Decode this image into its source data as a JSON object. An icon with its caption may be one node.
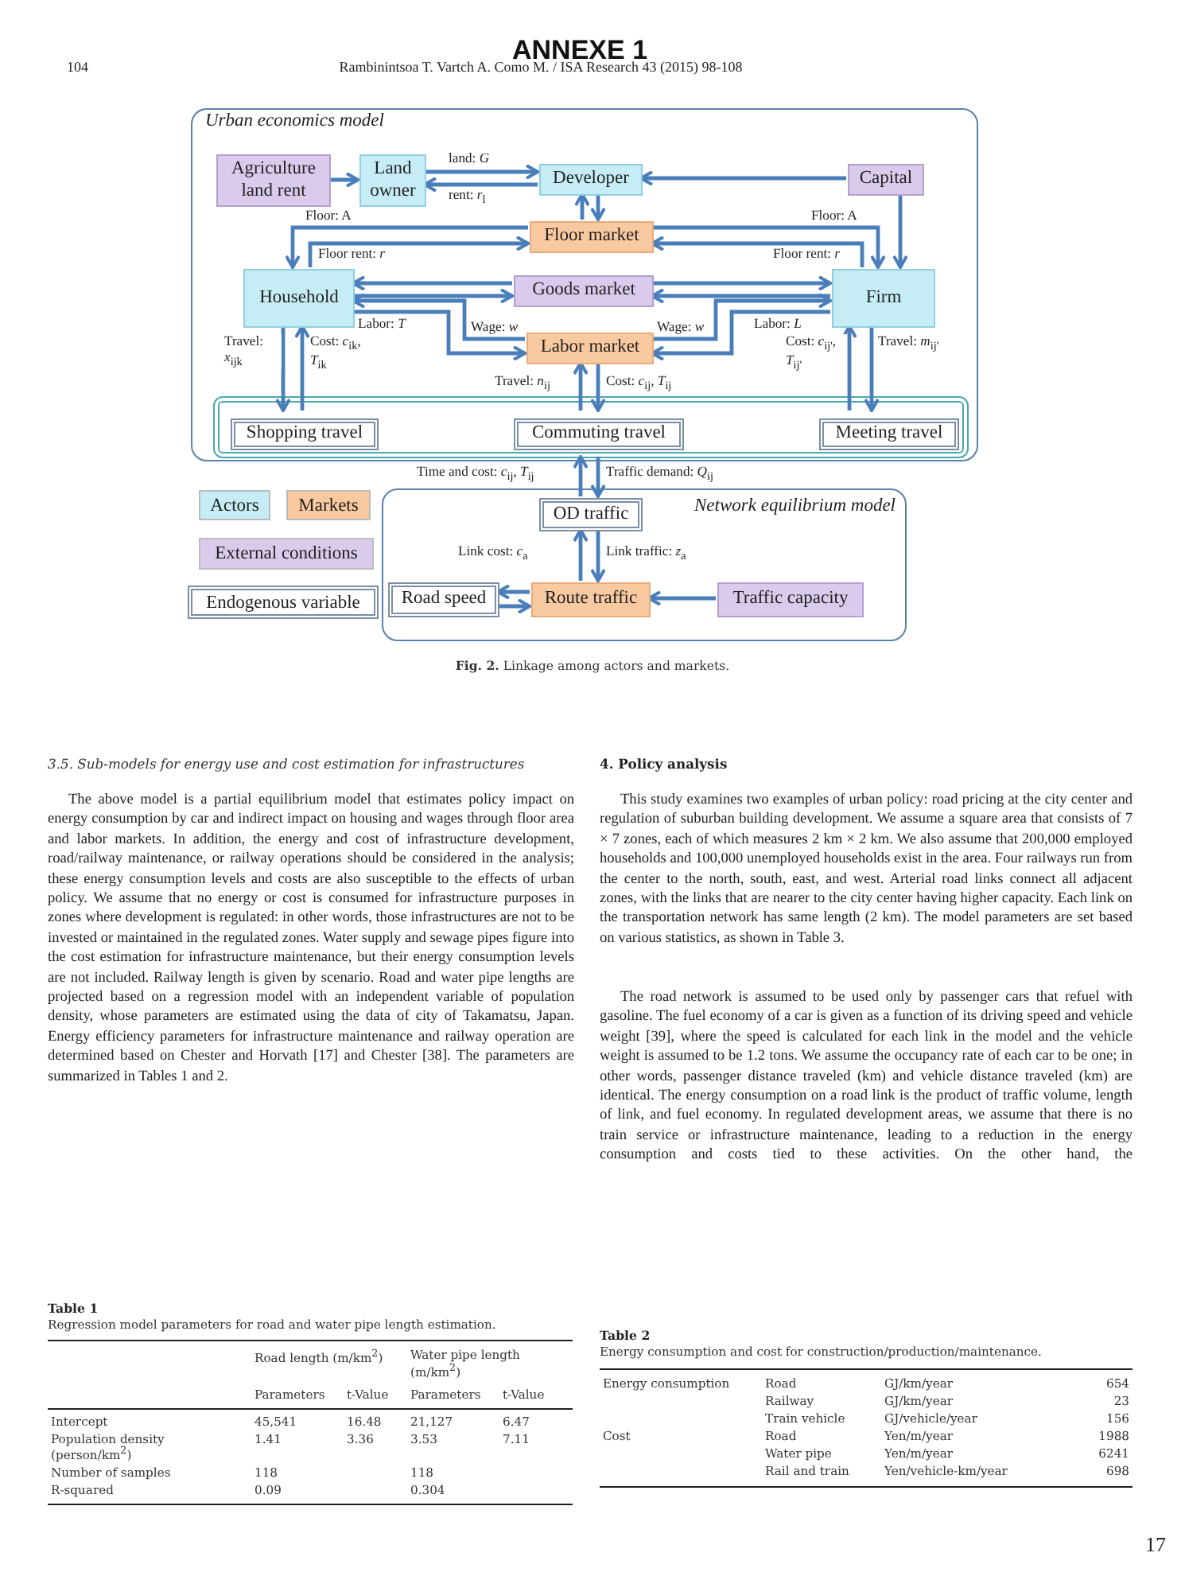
{
  "diagram": {
    "caption": "**Fig. 2.** Linkage among actors and markets.",
    "nodes": [
      {
        "text": [
          "Urban economics model"
        ]
      },
      {
        "text": [
          "Agriculture land rent"
        ],
        "in": 0
      },
      {
        "text": [
          "Land owner"
        ],
        "in": 0
      },
      {
        "text": [
          "Developer"
        ],
        "in": 0
      },
      {
        "text": [
          "Capital"
        ],
        "in": 0
      },
      {
        "text": [
          "Floor market"
        ],
        "in": 0
      },
      {
        "text": [
          "Household"
        ],
        "in": 0
      },
      {
        "text": [
          "Goods market"
        ],
        "in": 0
      },
      {
        "text": [
          "Firm"
        ],
        "in": 0
      },
      {
        "text": [
          "Labor market"
        ],
        "in": 0
      },
      {
        "text": [],
        "shape": "box",
        "in": 0
      },
      {
        "text": [
          "Shopping travel"
        ],
        "in": 10
      },
      {
        "text": [
          "Commuting travel"
        ],
        "in": 10
      },
      {
        "text": [
          "Meeting travel"
        ],
        "in": 10
      },
      {
        "text": [
          "Network equilibrium model"
        ]
      },
      {
        "text": [
          "OD traffic"
        ],
        "in": 14
      },
      {
        "text": [
          "Road speed"
        ],
        "in": 14
      },
      {
        "text": [
          "Route traffic"
        ],
        "in": 14
      },
      {
        "text": [
          "Traffic capacity"
        ],
        "in": 14
      }
    ],
    "edges": [
      {
        "from": 1,
        "to": 2,
        "arrow": "to"
      },
      {
        "from": 2,
        "to": 3,
        "arrow": "to",
        "label": "land: *G*"
      },
      {
        "from": 3,
        "to": 2,
        "arrow": "to",
        "label": "rent: *r*$_{l}$"
      },
      {
        "from": 4,
        "to": 3,
        "arrow": "to"
      },
      {
        "from": 3,
        "to": 5,
        "arrow": "to"
      },
      {
        "from": 5,
        "to": 3,
        "arrow": "to"
      },
      {
        "from": 5,
        "to": 6,
        "arrow": "to",
        "label": "Floor: A"
      },
      {
        "from": 6,
        "to": 5,
        "arrow": "to",
        "label": "Floor rent: *r*"
      },
      {
        "from": 5,
        "to": 8,
        "arrow": "to",
        "label": "Floor: A"
      },
      {
        "from": 8,
        "to": 5,
        "arrow": "to",
        "label": "Floor rent: *r*"
      },
      {
        "from": 4,
        "to": 8,
        "arrow": "to"
      },
      {
        "from": 7,
        "to": 6,
        "arrow": "to"
      },
      {
        "from": 6,
        "to": 7,
        "arrow": "to"
      },
      {
        "from": 7,
        "to": 8,
        "arrow": "to"
      },
      {
        "from": 8,
        "to": 7,
        "arrow": "to"
      },
      {
        "from": 6,
        "to": 9,
        "arrow": "to",
        "label": "Labor: *T*"
      },
      {
        "from": 9,
        "to": 6,
        "arrow": "to",
        "label": "Wage: *w*"
      },
      {
        "from": 8,
        "to": 9,
        "arrow": "to",
        "label": "Labor: *L*"
      },
      {
        "from": 9,
        "to": 8,
        "arrow": "to",
        "label": "Wage: *w*"
      },
      {
        "from": 6,
        "to": 11,
        "arrow": "to",
        "label": "Travel: *x*$_{ijk}$"
      },
      {
        "from": 11,
        "to": 6,
        "arrow": "to",
        "label": "Cost: *c*$_{ik}$, *T*$_{ik}$"
      },
      {
        "from": 12,
        "to": 9,
        "arrow": "to",
        "label": "Travel: *n*$_{ij}$"
      },
      {
        "from": 9,
        "to": 12,
        "arrow": "to",
        "label": "Cost: *c*$_{ij}$, *T*$_{ij}$"
      },
      {
        "from": 13,
        "to": 8,
        "arrow": "to",
        "label": "Cost: *c*$_{ij'}$, *T*$_{ij'}$"
      },
      {
        "from": 8,
        "to": 13,
        "arrow": "to",
        "label": "Travel: *m*$_{ij'}$"
      },
      {
        "from": 15,
        "to": 10,
        "arrow": "to",
        "label": "Time and cost: *c*$_{ij}$, *T*$_{ij}$"
      },
      {
        "from": 10,
        "to": 15,
        "arrow": "to",
        "label": "Traffic demand: *Q*$_{ij}$"
      },
      {
        "from": 17,
        "to": 15,
        "arrow": "to",
        "label": "Link cost: *c*$_{a}$"
      },
      {
        "from": 15,
        "to": 17,
        "arrow": "to",
        "label": "Link traffic: *z*$_{a}$"
      },
      {
        "from": 17,
        "to": 16,
        "arrow": "to"
      },
      {
        "from": 16,
        "to": 17,
        "arrow": "to"
      },
      {
        "from": 18,
        "to": 17,
        "arrow": "to"
      }
    ],
    "labels": [
      "ANNEXE 1",
      "104",
      "Rambinintsoa T. Vartch A. Como M. / ISA Research 43 (2015) 98-108",
      "3.5. Sub-models for energy use and cost estimation for infrastructures",
      "The above model is a partial equilibrium model that estimates policy impact on energy consumption by car and indirect impact on housing and wages through floor area and labor markets. In addition, the energy and cost of infrastructure development, road/railway maintenance, or railway operations should be considered in the analysis; these energy consumption levels and costs are also susceptible to the effects of urban policy. We assume that no energy or cost is consumed for infrastructure purposes in zones where development is regulated: in other words, those infrastructures are not to be invested or maintained in the regulated zones. Water supply and sewage pipes figure into the cost estimation for infrastructure maintenance, but their energy consumption levels are not included. Railway length is given by scenario. Road and water pipe lengths are projected based on a regression model with an independent variable of population density, whose parameters are estimated using the data of city of Takamatsu, Japan. Energy efficiency parameters for infrastructure maintenance and railway operation are determined based on Chester and Horvath [17] and Chester [38]. The parameters are summarized in Tables 1 and 2.",
      "4. Policy analysis",
      "This study examines two examples of urban policy: road pricing at the city center and regulation of suburban building development. We assume a square area that consists of 7 × 7 zones, each of which measures 2 km × 2 km. We also assume that 200,000 employed households and 100,000 unemployed households exist in the area. Four railways run from the center to the north, south, east, and west. Arterial road links connect all adjacent zones, with the links that are nearer to the city center having higher capacity. Each link on the transportation network has same length (2 km). The model parameters are set based on various statistics, as shown in Table 3.",
      "The road network is assumed to be used only by passenger cars that refuel with gasoline. The fuel economy of a car is given as a function of its driving speed and vehicle weight [39], where the speed is calculated for each link in the model and the vehicle weight is assumed to be 1.2 tons. We assume the occupancy rate of each car to be one; in other words, passenger distance traveled (km) and vehicle distance traveled (km) are identical. The energy consumption on a road link is the product of traffic volume, length of link, and fuel economy. In regulated development areas, we assume that there is no train service or infrastructure maintenance, leading to a reduction in the energy consumption and costs tied to these activities. On the other hand, the",
      "Table 1",
      "Regression model parameters for road and water pipe length estimation.",
      "Road length (m/km$^{2}$)",
      "Water pipe length (m/km$^{2}$)",
      "Parameters",
      "t-Value",
      "Parameters",
      "t-Value",
      "Intercept",
      "45,541",
      "16.48",
      "21,127",
      "6.47",
      "Population density (person/km$^{2}$)",
      "1.41",
      "3.36",
      "3.53",
      "7.11",
      "Number of samples",
      "118",
      "118",
      "R-squared",
      "0.09",
      "0.304",
      "Table 2",
      "Energy consumption and cost for construction/production/maintenance.",
      "Energy consumption",
      "Road",
      "GJ/km/year",
      "654",
      "Railway",
      "GJ/km/year",
      "23",
      "Train vehicle",
      "GJ/vehicle/year",
      "156",
      "Cost",
      "Road",
      "Yen/m/year",
      "1988",
      "Water pipe",
      "Yen/m/year",
      "6241",
      "Rail and train",
      "Yen/vehicle-km/year",
      "698",
      "17"
    ],
    "legend": [
      {
        "text": "Actors",
        "color": "#c6ecf5"
      },
      {
        "text": "Markets",
        "color": "#f9c9a0"
      },
      {
        "text": "External conditions",
        "color": "#dacbec"
      },
      {
        "text": "Endogenous variable"
      }
    ]
  }
}
